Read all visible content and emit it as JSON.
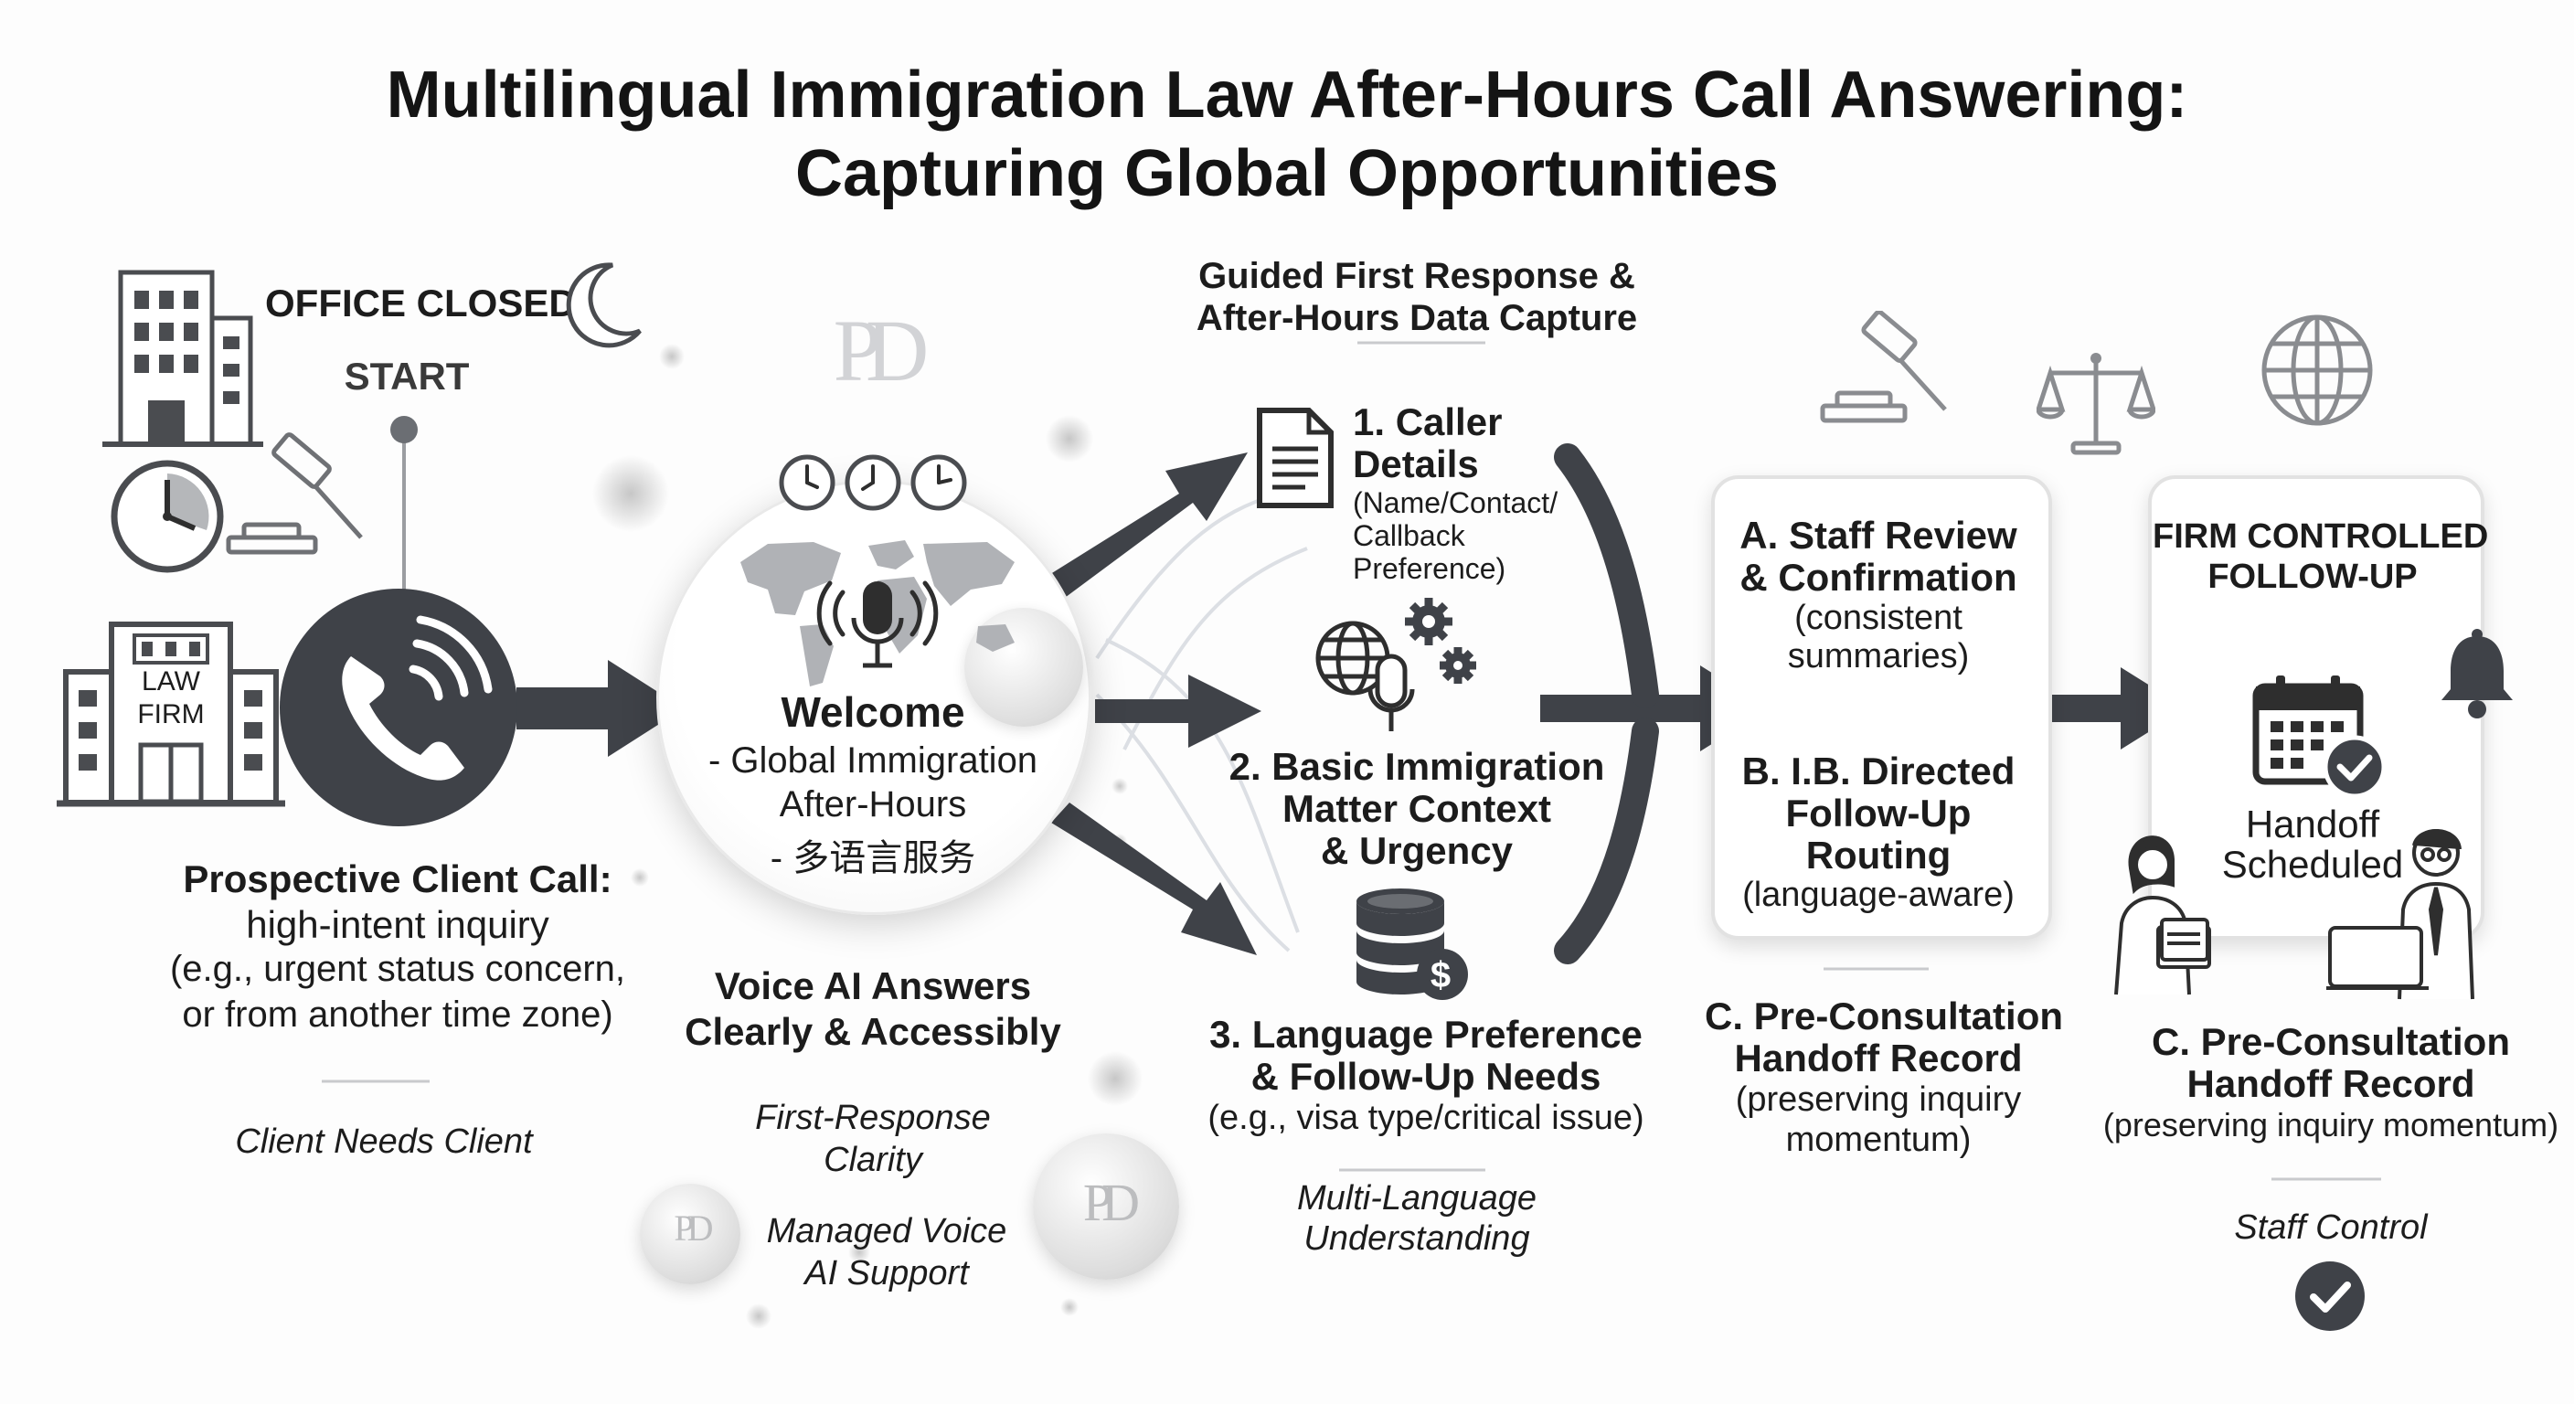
{
  "title": {
    "line1": "Multilingual Immigration Law After-Hours Call Answering:",
    "line2": "Capturing Global Opportunities"
  },
  "colors": {
    "dark": "#3f4248",
    "mid": "#7d7f84",
    "light": "#c9cacd",
    "background": "#fdfdfd"
  },
  "start": {
    "office_closed": "OFFICE CLOSED",
    "start_label": "START",
    "building_sign": [
      "LAW",
      "FIRM"
    ],
    "call_title": "Prospective Client Call:",
    "call_desc": [
      "high-intent inquiry",
      "(e.g., urgent status concern,",
      "or from another time zone)"
    ],
    "footer": "Client Needs Client"
  },
  "welcome": {
    "title": "Welcome",
    "lines": [
      "- Global Immigration",
      "After-Hours",
      "- 多语言服务"
    ],
    "caption": [
      "Voice AI Answers",
      "Clearly & Accessibly"
    ],
    "sub1": [
      "First-Response",
      "Clarity"
    ],
    "sub2": [
      "Managed Voice",
      "AI Support"
    ],
    "logo_glyph": "PD"
  },
  "capture": {
    "header": [
      "Guided First Response &",
      "After-Hours Data Capture"
    ],
    "item1_title": [
      "1. Caller",
      "Details"
    ],
    "item1_desc": [
      "(Name/Contact/",
      "Callback",
      "Preference)"
    ],
    "item2_title": [
      "2. Basic Immigration",
      "Matter Context",
      "& Urgency"
    ],
    "item3_title": [
      "3. Language Preference",
      "& Follow-Up Needs"
    ],
    "item3_desc": "(e.g., visa type/critical issue)",
    "footer": [
      "Multi-Language",
      "Understanding"
    ],
    "dollar_glyph": "$"
  },
  "review": {
    "a_title": [
      "A. Staff Review",
      "& Confirmation"
    ],
    "a_desc": [
      "(consistent",
      "summaries)"
    ],
    "b_title": [
      "B. I.B. Directed",
      "Follow-Up",
      "Routing"
    ],
    "b_desc": "(language-aware)",
    "c_title": [
      "C. Pre-Consultation",
      "Handoff Record"
    ],
    "c_desc": [
      "(preserving inquiry",
      "momentum)"
    ]
  },
  "followup": {
    "header": [
      "FIRM CONTROLLED",
      "FOLLOW-UP"
    ],
    "handoff": [
      "Handoff",
      "Scheduled"
    ],
    "c_title": [
      "C. Pre-Consultation",
      "Handoff Record"
    ],
    "c_desc": "(preserving inquiry momentum)",
    "footer": "Staff Control"
  }
}
